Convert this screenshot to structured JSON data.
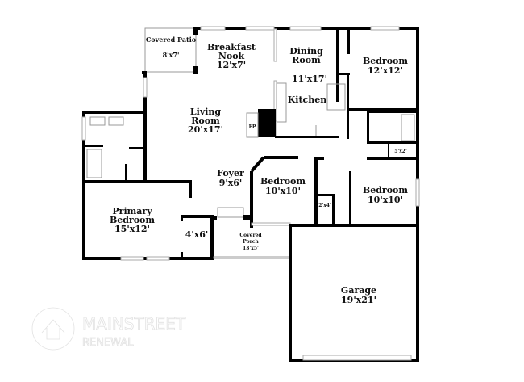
{
  "rooms": {
    "covered_patio": {
      "name": "Covered Patio",
      "size": "8'x7'"
    },
    "breakfast_nook": {
      "name1": "Breakfast",
      "name2": "Nook",
      "size": "12'x7'"
    },
    "dining_room": {
      "name1": "Dining",
      "name2": "Room",
      "size": "11'x17'"
    },
    "kitchen": {
      "name": "Kitchen"
    },
    "bedroom_ne": {
      "name": "Bedroom",
      "size": "12'x12'"
    },
    "living_room": {
      "name1": "Living",
      "name2": "Room",
      "size": "20'x17'"
    },
    "fireplace": {
      "name": "FP"
    },
    "closet_5x2": {
      "size": "5'x2'"
    },
    "foyer": {
      "name": "Foyer",
      "size": "9'x6'"
    },
    "bedroom_mid": {
      "name": "Bedroom",
      "size": "10'x10'"
    },
    "bedroom_se": {
      "name": "Bedroom",
      "size": "10'x10'"
    },
    "closet_2x4": {
      "size": "2'x4'"
    },
    "primary_bedroom": {
      "name1": "Primary",
      "name2": "Bedroom",
      "size": "15'x12'"
    },
    "closet_4x6": {
      "size": "4'x6'"
    },
    "covered_porch": {
      "name1": "Covered",
      "name2": "Porch",
      "size": "13'x5'"
    },
    "garage": {
      "name": "Garage",
      "size": "19'x21'"
    }
  },
  "watermark": {
    "line1": "MAINSTREET",
    "line2": "RENEWAL"
  }
}
